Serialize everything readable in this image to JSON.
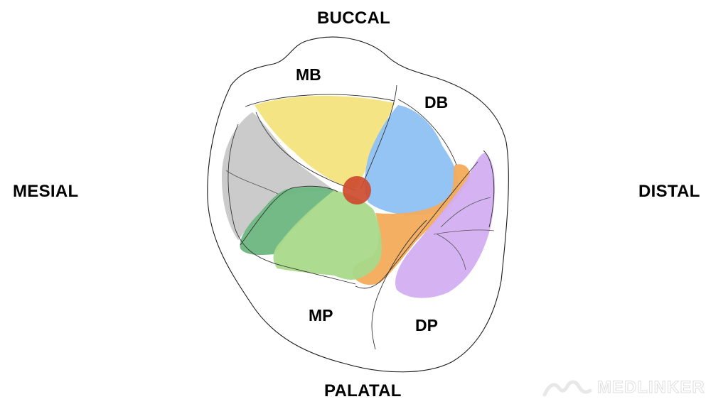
{
  "directions": {
    "buccal": "BUCCAL",
    "palatal": "PALATAL",
    "mesial": "MESIAL",
    "distal": "DISTAL"
  },
  "cusps": {
    "mb": "MB",
    "db": "DB",
    "mp": "MP",
    "dp": "DP"
  },
  "colors": {
    "mb_region": "#f4e27a",
    "db_region": "#8ec1f3",
    "mp_region": "#a9d98a",
    "dp_region": "#d3aef0",
    "grey_region": "#c8c8c8",
    "dark_green_region": "#6cb67f",
    "orange_region": "#f4ab5a",
    "central_point": "#cd4b2e"
  },
  "watermark": {
    "text": "MEDLINKER"
  }
}
